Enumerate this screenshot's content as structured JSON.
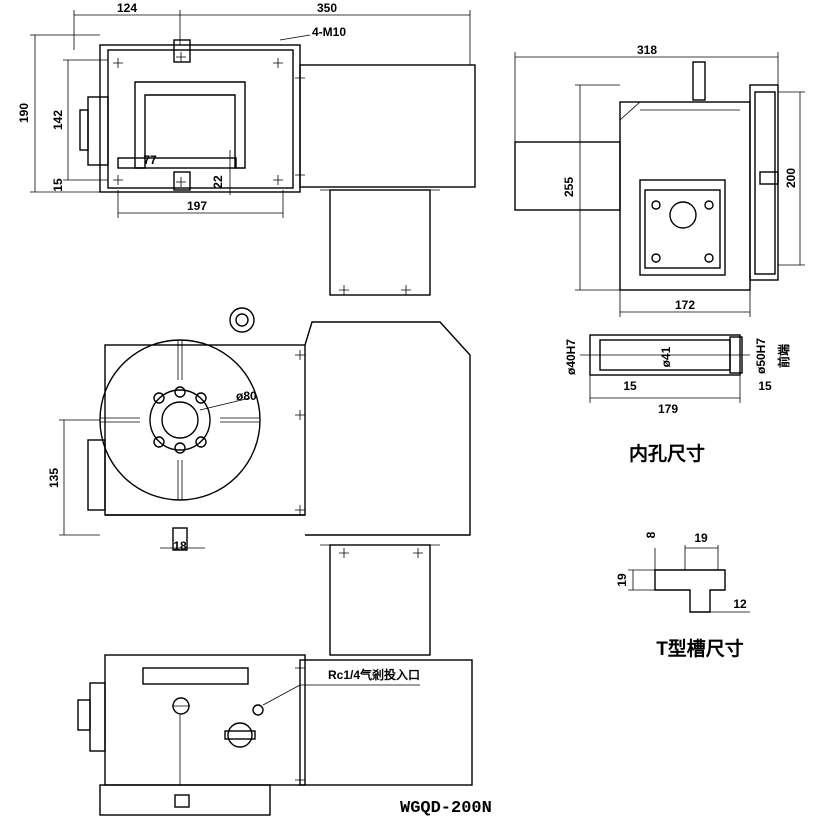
{
  "dimensions": {
    "top_124": "124",
    "top_350": "350",
    "thread_4m10": "4-M10",
    "h_190": "190",
    "h_142": "142",
    "w_77": "77",
    "h_15": "15",
    "h_22": "22",
    "w_197": "197",
    "side_318": "318",
    "side_255": "255",
    "side_200": "200",
    "side_172": "172",
    "dia_80": "ø80",
    "h_135": "135",
    "w_18": "18",
    "bore_40h7": "ø40H7",
    "bore_41": "ø41",
    "bore_50h7": "ø50H7",
    "front_end": "前端",
    "bore_15_left": "15",
    "bore_15_right": "15",
    "bore_179": "179",
    "slot_8": "8",
    "slot_19_top": "19",
    "slot_19_left": "19",
    "slot_12": "12",
    "air_inlet": "Rc1/4气剎投入口"
  },
  "captions": {
    "bore_title": "内孔尺寸",
    "slot_title": "T型槽尺寸"
  },
  "model": "WGQD-200N"
}
